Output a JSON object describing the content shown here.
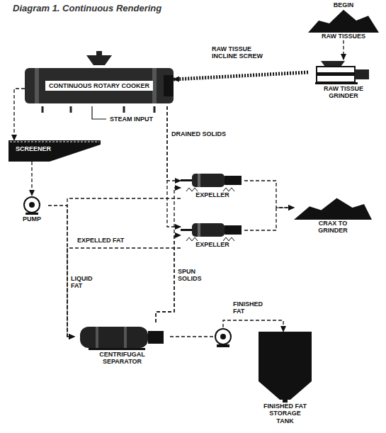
{
  "diagram": {
    "title": "Diagram 1. Continuous Rendering",
    "nodes": [
      {
        "text": [
          "BEGIN",
          "RAW TISSUES"
        ]
      },
      {
        "text": [
          "RAW TISSUE GRINDER"
        ]
      },
      {
        "text": [
          "CONTINUOUS ROTARY COOKER"
        ]
      },
      {
        "text": [
          "SCREENER"
        ]
      },
      {
        "text": [
          "PUMP"
        ]
      },
      {
        "text": [
          "EXPELLER"
        ]
      },
      {
        "text": [
          "EXPELLER"
        ]
      },
      {
        "text": [
          "CRAX TO GRINDER"
        ]
      },
      {
        "text": [
          "CENTRIFUGAL SEPARATOR"
        ]
      },
      {
        "text": [
          "FINISHED FAT STORAGE TANK"
        ]
      }
    ],
    "edges": [
      {
        "from": 0,
        "to": 1,
        "arrow": "to"
      },
      {
        "from": 1,
        "to": 2,
        "label": "RAW TISSUE INCLINE SCREW",
        "arrow": "to"
      },
      {
        "from": 2,
        "to": 3,
        "arrow": "to"
      },
      {
        "from": 2,
        "to": 5,
        "label": "DRAINED SOLIDS",
        "arrow": "to"
      },
      {
        "from": 2,
        "to": 6,
        "arrow": "to"
      },
      {
        "from": 3,
        "to": 4,
        "arrow": "to"
      },
      {
        "from": 4,
        "to": 8,
        "label": "LIQUID FAT",
        "arrow": "to"
      },
      {
        "from": 5,
        "to": 8,
        "arrow": "to"
      },
      {
        "from": 6,
        "to": 8,
        "label": "EXPELLED FAT",
        "arrow": "to"
      },
      {
        "from": 5,
        "to": 7,
        "arrow": "to"
      },
      {
        "from": 6,
        "to": 7,
        "arrow": "to"
      },
      {
        "from": 8,
        "to": 5,
        "label": "SPUN SOLIDS",
        "arrow": "to"
      },
      {
        "from": 8,
        "to": 6,
        "arrow": "to"
      },
      {
        "from": 8,
        "to": 9,
        "label": "FINISHED FAT",
        "arrow": "to"
      }
    ],
    "labels": [
      "STEAM INPUT"
    ]
  }
}
